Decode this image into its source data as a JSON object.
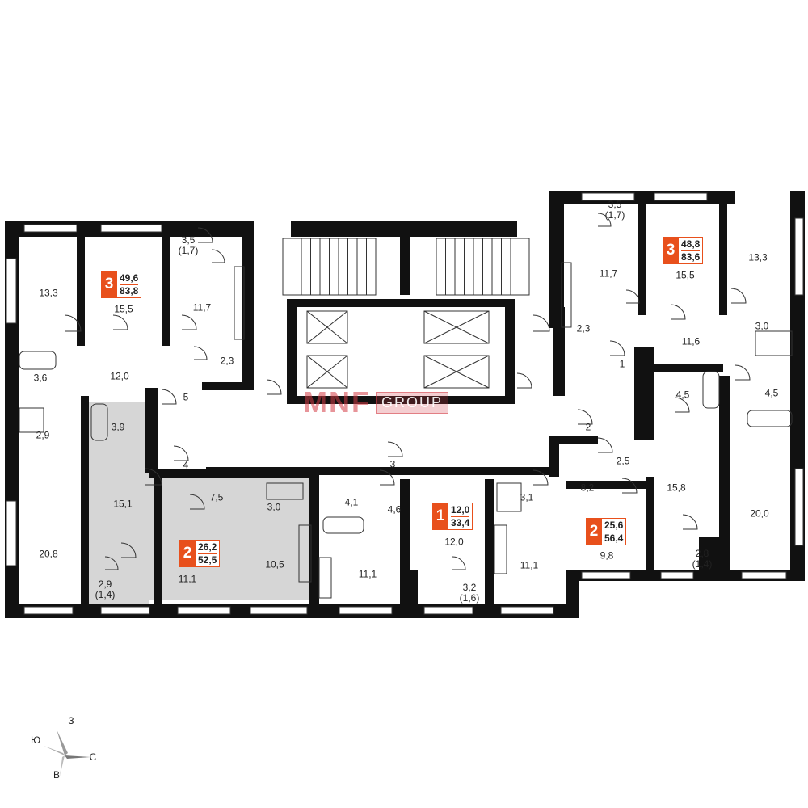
{
  "plan": {
    "colors": {
      "wall": "#111111",
      "accent": "#e8501c",
      "highlight": "#d6d6d6",
      "thin": "#333333"
    },
    "apartments": [
      {
        "id": "apt-west-3",
        "rooms": "3",
        "living": "49,6",
        "total": "83,8"
      },
      {
        "id": "apt-east-3",
        "rooms": "3",
        "living": "48,8",
        "total": "83,6"
      },
      {
        "id": "apt-south-2a",
        "rooms": "2",
        "living": "26,2",
        "total": "52,5"
      },
      {
        "id": "apt-south-1",
        "rooms": "1",
        "living": "12,0",
        "total": "33,4"
      },
      {
        "id": "apt-south-2b",
        "rooms": "2",
        "living": "25,6",
        "total": "56,4"
      }
    ],
    "rooms": [
      {
        "id": "r1",
        "area": "13,3"
      },
      {
        "id": "r2",
        "area": "15,5"
      },
      {
        "id": "r3",
        "area": "3,5",
        "sub": "(1,7)"
      },
      {
        "id": "r4",
        "area": "11,7"
      },
      {
        "id": "r5",
        "area": "2,3"
      },
      {
        "id": "r6",
        "area": "12,0"
      },
      {
        "id": "r7",
        "area": "3,6"
      },
      {
        "id": "r8",
        "area": "2,9"
      },
      {
        "id": "r9",
        "area": "3,9"
      },
      {
        "id": "r10",
        "area": "15,1"
      },
      {
        "id": "r11",
        "area": "20,8"
      },
      {
        "id": "r12",
        "area": "2,9",
        "sub": "(1,4)"
      },
      {
        "id": "r13",
        "area": "7,5"
      },
      {
        "id": "r14",
        "area": "3,0"
      },
      {
        "id": "r15",
        "area": "11,1"
      },
      {
        "id": "r16",
        "area": "10,5"
      },
      {
        "id": "r17",
        "area": "4,1"
      },
      {
        "id": "r18",
        "area": "4,6"
      },
      {
        "id": "r19",
        "area": "11,1"
      },
      {
        "id": "r20",
        "area": "12,0"
      },
      {
        "id": "r21",
        "area": "3,2",
        "sub": "(1,6)"
      },
      {
        "id": "r22",
        "area": "3,1"
      },
      {
        "id": "r23",
        "area": "11,1"
      },
      {
        "id": "r24",
        "area": "3,5",
        "sub": "(1,7)"
      },
      {
        "id": "r25",
        "area": "11,7"
      },
      {
        "id": "r26",
        "area": "15,5"
      },
      {
        "id": "r27",
        "area": "13,3"
      },
      {
        "id": "r28",
        "area": "2,3"
      },
      {
        "id": "r29",
        "area": "11,6"
      },
      {
        "id": "r30",
        "area": "3,0"
      },
      {
        "id": "r31",
        "area": "4,5"
      },
      {
        "id": "r32",
        "area": "4,5"
      },
      {
        "id": "r33",
        "area": "2,5"
      },
      {
        "id": "r34",
        "area": "8,2"
      },
      {
        "id": "r35",
        "area": "15,8"
      },
      {
        "id": "r36",
        "area": "20,0"
      },
      {
        "id": "r37",
        "area": "9,8"
      },
      {
        "id": "r38",
        "area": "2,8",
        "sub": "(1,4)"
      }
    ],
    "door_numbers": [
      "1",
      "2",
      "3",
      "4",
      "5"
    ]
  },
  "compass": {
    "north": "З",
    "south": "В",
    "west": "Ю",
    "east": "С"
  },
  "watermark": {
    "brand": "MNF",
    "group": "GROUP"
  }
}
